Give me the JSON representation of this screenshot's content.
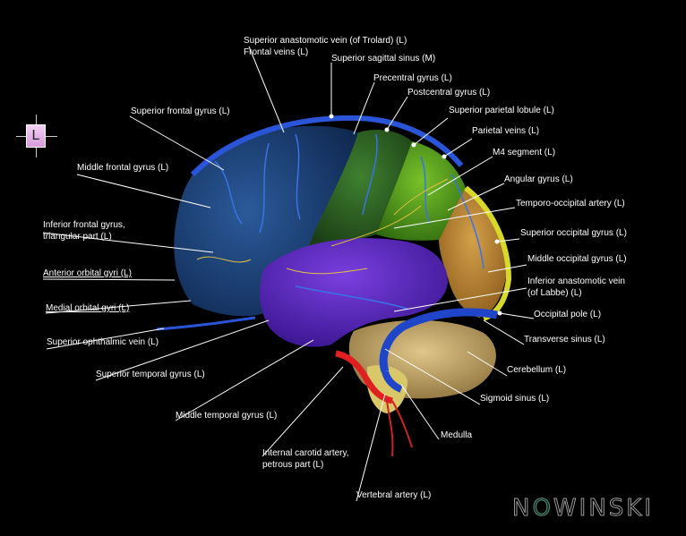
{
  "orientation_marker": {
    "letter": "L"
  },
  "logo": {
    "part1": "N",
    "part2": "O",
    "part3": "W",
    "part4": "I",
    "part5": "NSKI"
  },
  "labels": [
    {
      "id": "superior-anastomotic-vein",
      "text": "Superior anastomotic vein (of Trolard) (L)"
    },
    {
      "id": "frontal-veins",
      "text": "Frontal veins (L)"
    },
    {
      "id": "superior-sagittal-sinus",
      "text": "Superior sagittal sinus (M)"
    },
    {
      "id": "precentral-gyrus",
      "text": "Precentral gyrus (L)"
    },
    {
      "id": "postcentral-gyrus",
      "text": "Postcentral gyrus (L)"
    },
    {
      "id": "superior-frontal-gyrus",
      "text": "Superior frontal gyrus (L)"
    },
    {
      "id": "superior-parietal-lobule",
      "text": "Superior parietal lobule (L)"
    },
    {
      "id": "parietal-veins",
      "text": "Parietal veins (L)"
    },
    {
      "id": "m4-segment",
      "text": "M4 segment (L)"
    },
    {
      "id": "middle-frontal-gyrus",
      "text": "Middle frontal gyrus (L)"
    },
    {
      "id": "angular-gyrus",
      "text": "Angular gyrus (L)"
    },
    {
      "id": "temporo-occipital-artery",
      "text": "Temporo-occipital artery (L)"
    },
    {
      "id": "inferior-frontal-gyrus-1",
      "text": "Inferior frontal gyrus,"
    },
    {
      "id": "inferior-frontal-gyrus-2",
      "text": "triangular part (L)"
    },
    {
      "id": "superior-occipital-gyrus",
      "text": "Superior occipital gyrus (L)"
    },
    {
      "id": "middle-occipital-gyrus",
      "text": "Middle occipital gyrus (L)"
    },
    {
      "id": "anterior-orbital-gyri",
      "text": "Anterior orbital gyri (L)"
    },
    {
      "id": "inferior-anastomotic-vein-1",
      "text": "Inferior anastomotic vein"
    },
    {
      "id": "inferior-anastomotic-vein-2",
      "text": "(of Labbe) (L)"
    },
    {
      "id": "medial-orbital-gyri",
      "text": "Medial orbital gyri (L)"
    },
    {
      "id": "occipital-pole",
      "text": "Occipital pole (L)"
    },
    {
      "id": "superior-ophthalmic-vein",
      "text": "Superior ophthalmic vein (L)"
    },
    {
      "id": "transverse-sinus",
      "text": "Transverse sinus (L)"
    },
    {
      "id": "cerebellum",
      "text": "Cerebellum (L)"
    },
    {
      "id": "superior-temporal-gyrus",
      "text": "Superior temporal gyrus (L)"
    },
    {
      "id": "sigmoid-sinus",
      "text": "Sigmoid sinus (L)"
    },
    {
      "id": "middle-temporal-gyrus",
      "text": "Middle temporal gyrus (L)"
    },
    {
      "id": "medulla",
      "text": "Medulla"
    },
    {
      "id": "internal-carotid-artery-1",
      "text": "Internal carotid artery,"
    },
    {
      "id": "internal-carotid-artery-2",
      "text": "petrous part (L)"
    },
    {
      "id": "vertebral-artery",
      "text": "Vertebral artery (L)"
    }
  ]
}
